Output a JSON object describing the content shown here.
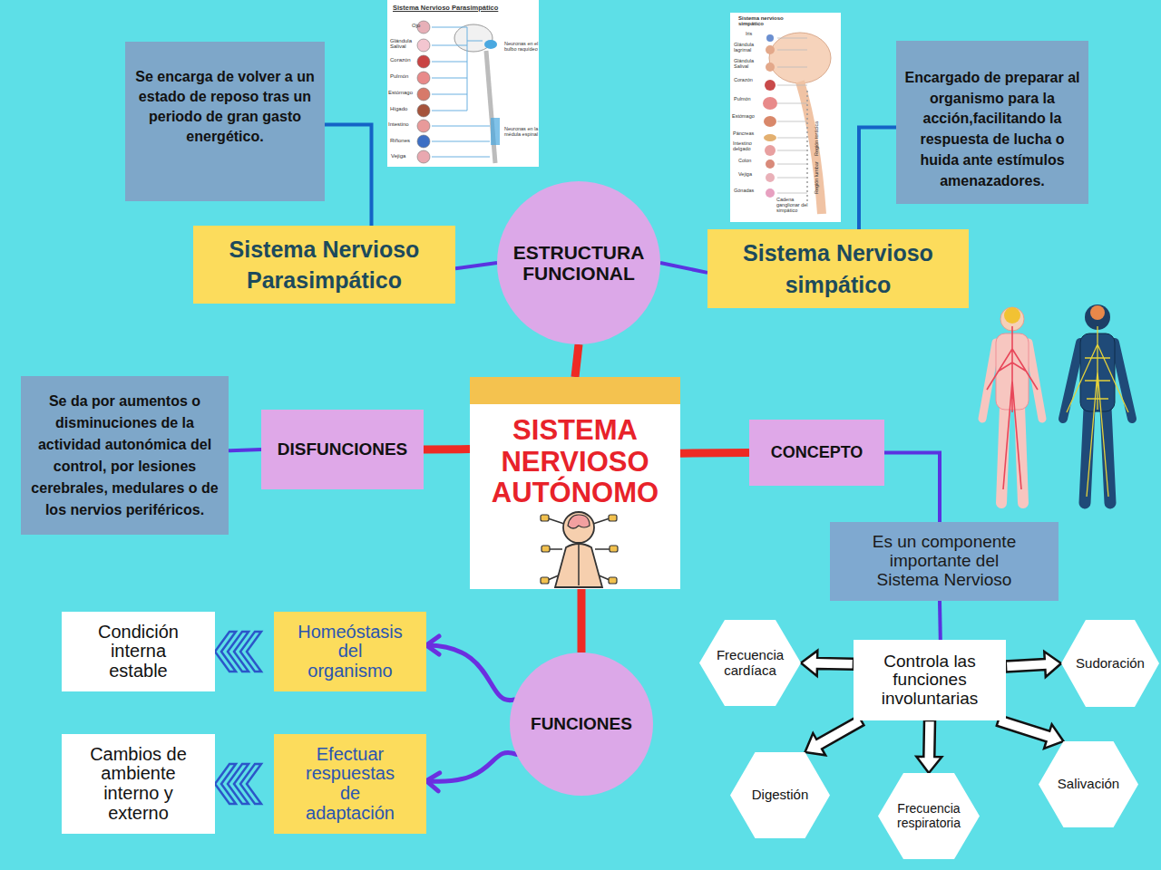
{
  "diagram": {
    "nodes": [
      {
        "text": [
          "Se encarga de volver a un estado de reposo tras un periodo de gran gasto energético."
        ]
      },
      {
        "text": [
          "Encargado de preparar al organismo para la acción,facilitando la respuesta de lucha o huida ante estímulos amenazadores."
        ]
      },
      {
        "text": [
          "Sistema Nervioso Parasimpático"
        ]
      },
      {
        "text": [
          "ESTRUCTURA FUNCIONAL"
        ]
      },
      {
        "text": [
          "Sistema Nervioso simpático"
        ]
      },
      {
        "text": [
          "Se da por aumentos o disminuciones de la actividad autonómica del control, por lesiones cerebrales, medulares o de los nervios periféricos."
        ]
      },
      {
        "text": [
          "DISFUNCIONES"
        ]
      },
      {
        "text": [
          "SISTEMA NERVIOSO AUTÓNOMO"
        ]
      },
      {
        "text": [
          "CONCEPTO"
        ]
      },
      {
        "text": [
          "Es un componente importante del Sistema Nervioso"
        ]
      },
      {
        "text": [
          "Condición interna estable"
        ]
      },
      {
        "text": [
          "Homeóstasis del organismo"
        ]
      },
      {
        "text": [
          "FUNCIONES"
        ]
      },
      {
        "text": [
          "Controla las funciones involuntarias"
        ]
      },
      {
        "text": [
          "Frecuencia cardíaca"
        ]
      },
      {
        "text": [
          "Sudoración"
        ]
      },
      {
        "text": [
          "Cambios de ambiente interno y externo"
        ]
      },
      {
        "text": [
          "Efectuar respuestas de adaptación"
        ]
      },
      {
        "text": [
          "Digestión"
        ]
      },
      {
        "text": [
          "Frecuencia respiratoria"
        ]
      },
      {
        "text": [
          "Salivación"
        ]
      }
    ],
    "edges": [
      {
        "from": 2,
        "to": 0,
        "arrow": "none"
      },
      {
        "from": 3,
        "to": 2,
        "arrow": "none"
      },
      {
        "from": 3,
        "to": 4,
        "arrow": "none"
      },
      {
        "from": 4,
        "to": 1,
        "arrow": "none"
      },
      {
        "from": 7,
        "to": 3,
        "arrow": "none"
      },
      {
        "from": 7,
        "to": 6,
        "arrow": "none"
      },
      {
        "from": 6,
        "to": 5,
        "arrow": "none"
      },
      {
        "from": 7,
        "to": 8,
        "arrow": "none"
      },
      {
        "from": 8,
        "to": 9,
        "arrow": "none"
      },
      {
        "from": 9,
        "to": 13,
        "arrow": "none"
      },
      {
        "from": 7,
        "to": 12,
        "arrow": "none"
      },
      {
        "from": 12,
        "to": 11,
        "arrow": "to"
      },
      {
        "from": 12,
        "to": 17,
        "arrow": "to"
      },
      {
        "from": 11,
        "to": 10,
        "arrow": "to"
      },
      {
        "from": 17,
        "to": 16,
        "arrow": "to"
      },
      {
        "from": 13,
        "to": 14,
        "arrow": "to"
      },
      {
        "from": 13,
        "to": 15,
        "arrow": "to"
      },
      {
        "from": 13,
        "to": 18,
        "arrow": "to"
      },
      {
        "from": 13,
        "to": 19,
        "arrow": "to"
      },
      {
        "from": 13,
        "to": 20,
        "arrow": "to"
      }
    ],
    "labels": [
      "Sistema Nervioso Parasimpático",
      "Ojo",
      "Glándula Salival",
      "Corazón",
      "Pulmón",
      "Estómago",
      "Hígado",
      "Intestino",
      "Riñones",
      "Vejiga",
      "Neuronas en el bulbo raquídeo",
      "Neuronas en la médula espinal",
      "Sistema nervioso simpático",
      "Iris",
      "Glándula lagrimal",
      "Glándula Salival",
      "Corazón",
      "Pulmón",
      "Estómago",
      "Páncreas",
      "Intestino delgado",
      "Colon",
      "Vejiga",
      "Gónadas",
      "Cadena ganglionar del simpático",
      "Región torácica",
      "Región lumbar"
    ]
  }
}
